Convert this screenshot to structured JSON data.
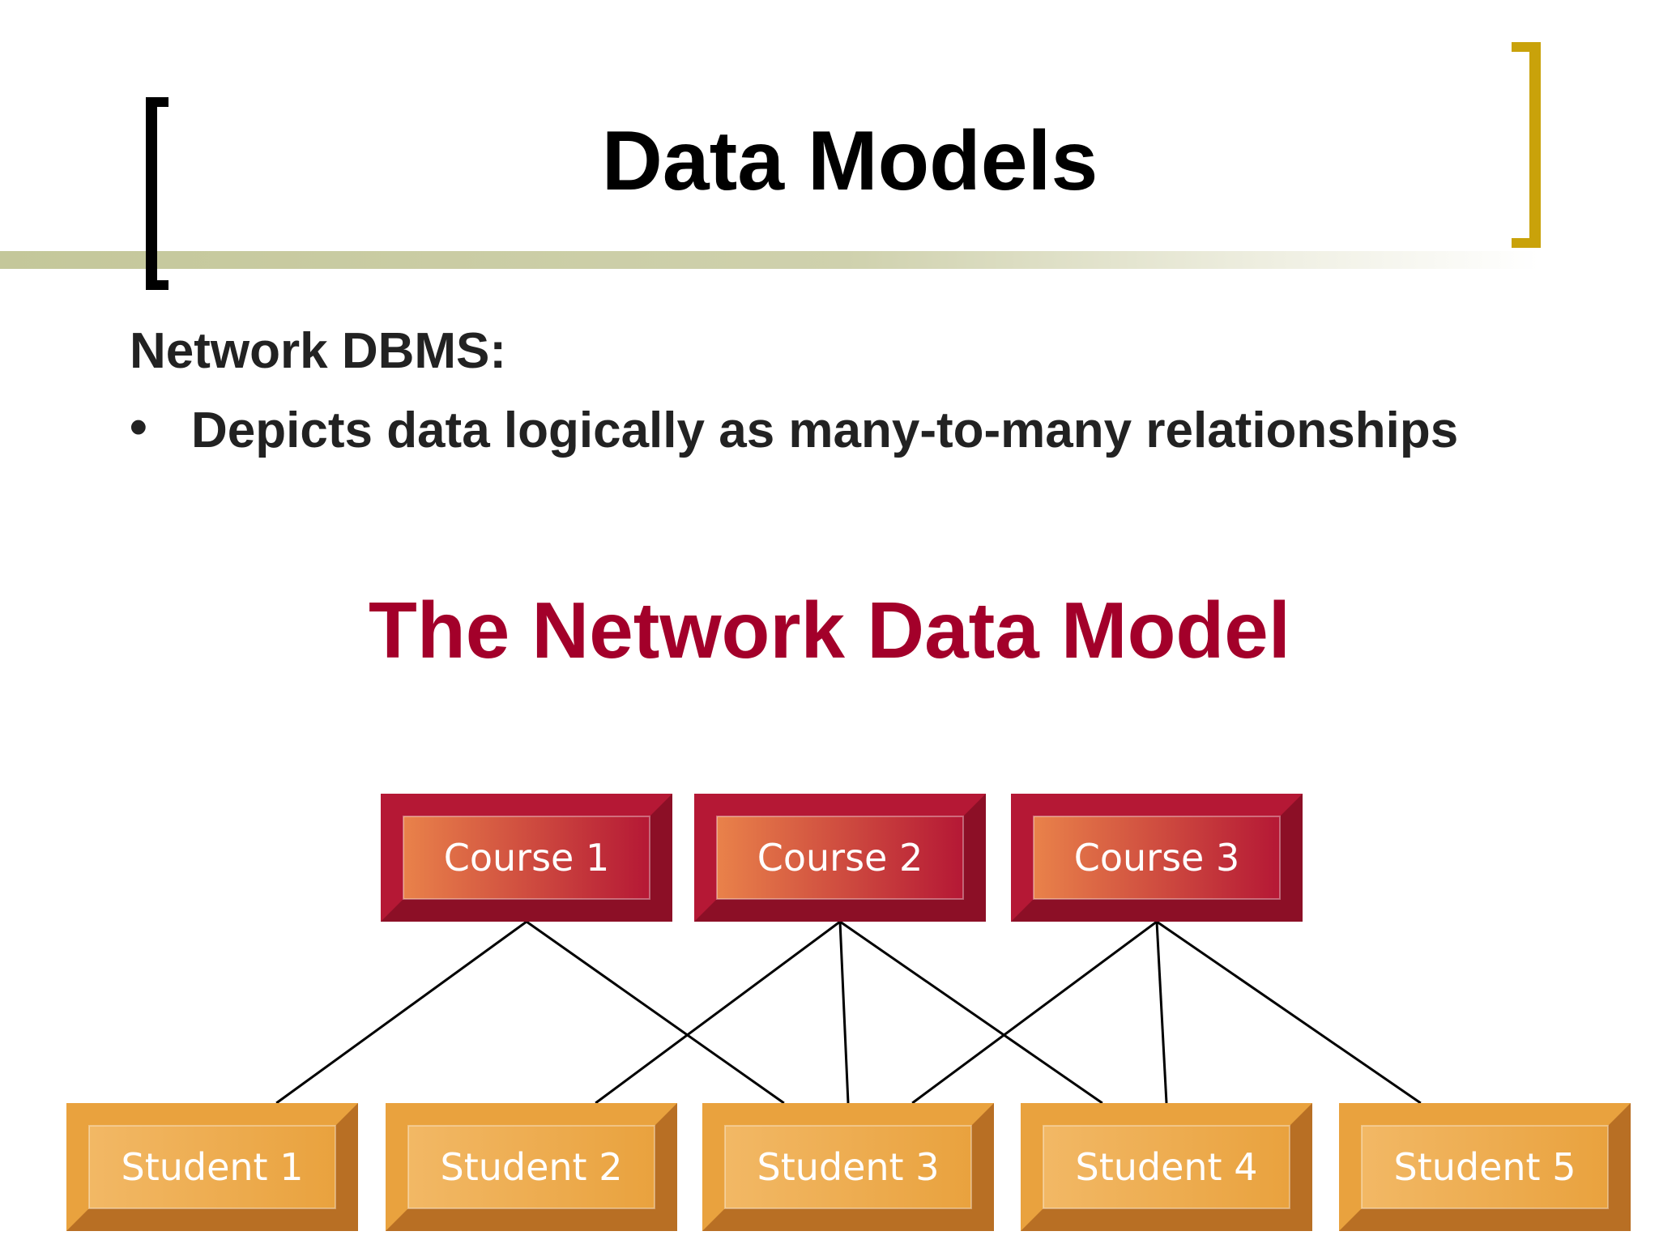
{
  "slide": {
    "title": "Data Models",
    "subheading": "Network DBMS:",
    "bullet_symbol": "•",
    "bullet_text": "Depicts data logically as many-to-many relationships"
  },
  "diagram": {
    "title": "The Network Data Model",
    "courses": [
      "Course 1",
      "Course 2",
      "Course 3"
    ],
    "students": [
      "Student 1",
      "Student 2",
      "Student 3",
      "Student 4",
      "Student 5"
    ],
    "links": [
      {
        "course": "Course 1",
        "student": "Student 1"
      },
      {
        "course": "Course 1",
        "student": "Student 3"
      },
      {
        "course": "Course 2",
        "student": "Student 2"
      },
      {
        "course": "Course 2",
        "student": "Student 3"
      },
      {
        "course": "Course 2",
        "student": "Student 4"
      },
      {
        "course": "Course 3",
        "student": "Student 3"
      },
      {
        "course": "Course 3",
        "student": "Student 4"
      },
      {
        "course": "Course 3",
        "student": "Student 5"
      }
    ],
    "colors": {
      "course_outer": "#b51835",
      "course_dark": "#8c0f26",
      "course_inner": "#e9824a",
      "student_outer": "#e9a23e",
      "student_dark": "#b86f24",
      "student_inner": "#f2b865",
      "line": "#000000",
      "title": "#a3002a",
      "accent_bracket": "#c9a20a"
    }
  }
}
